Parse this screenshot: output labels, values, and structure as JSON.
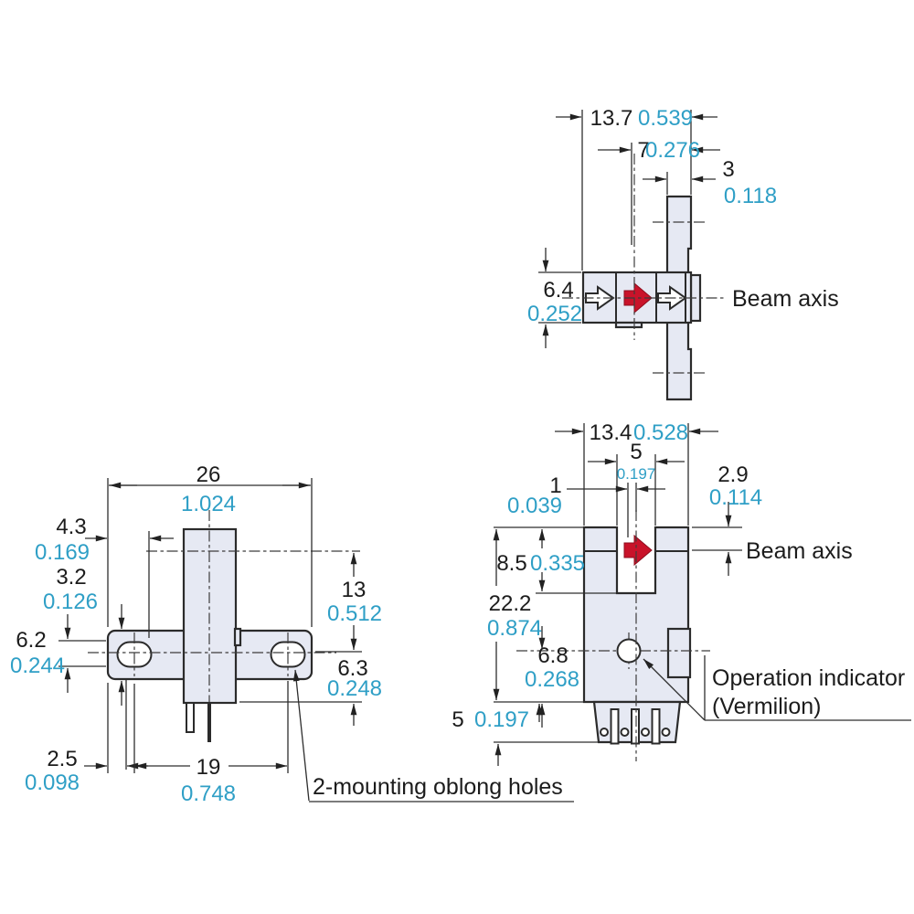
{
  "colors": {
    "part_fill": "#e6e9f3",
    "outline": "#2b2b2b",
    "inch_text_blue": "#2f9fc6",
    "mm_text_black": "#1c1c1c",
    "beam_arrow_red": "#c9132a"
  },
  "views": {
    "side": {
      "beam_axis_label": "Beam axis",
      "dims": {
        "depth": {
          "mm": "13.7",
          "inch": "0.539"
        },
        "front_to_center": {
          "mm": "7",
          "inch": "0.276"
        },
        "plate_thickness": {
          "mm": "3",
          "inch": "0.118"
        },
        "body_height": {
          "mm": "6.4",
          "inch": "0.252"
        }
      }
    },
    "front": {
      "beam_axis_label": "Beam axis",
      "indicator_label_line1": "Operation indicator",
      "indicator_label_line2": "(Vermilion)",
      "dims": {
        "width": {
          "mm": "13.4",
          "inch": "0.528"
        },
        "slot_width": {
          "mm": "5",
          "inch": "0.197"
        },
        "element_offset": {
          "mm": "1",
          "inch": "0.039"
        },
        "top_to_beam": {
          "mm": "2.9",
          "inch": "0.114"
        },
        "slot_depth": {
          "mm": "8.5",
          "inch": "0.335"
        },
        "total_height": {
          "mm": "22.2",
          "inch": "0.874"
        },
        "indicator_offset": {
          "mm": "6.8",
          "inch": "0.268"
        },
        "pin_length": {
          "mm": "5",
          "inch": "0.197"
        }
      }
    },
    "top": {
      "mounting_note": "2-mounting oblong holes",
      "dims": {
        "plate_width": {
          "mm": "26",
          "inch": "1.024"
        },
        "edge_to_hole": {
          "mm": "4.3",
          "inch": "0.169"
        },
        "hole_height": {
          "mm": "3.2",
          "inch": "0.126"
        },
        "plate_depth": {
          "mm": "6.2",
          "inch": "0.244"
        },
        "beam_to_hole_center": {
          "mm": "13",
          "inch": "0.512"
        },
        "hole_to_bottom": {
          "mm": "6.3",
          "inch": "0.248"
        },
        "edge_offset": {
          "mm": "2.5",
          "inch": "0.098"
        },
        "hole_pitch": {
          "mm": "19",
          "inch": "0.748"
        }
      }
    }
  }
}
